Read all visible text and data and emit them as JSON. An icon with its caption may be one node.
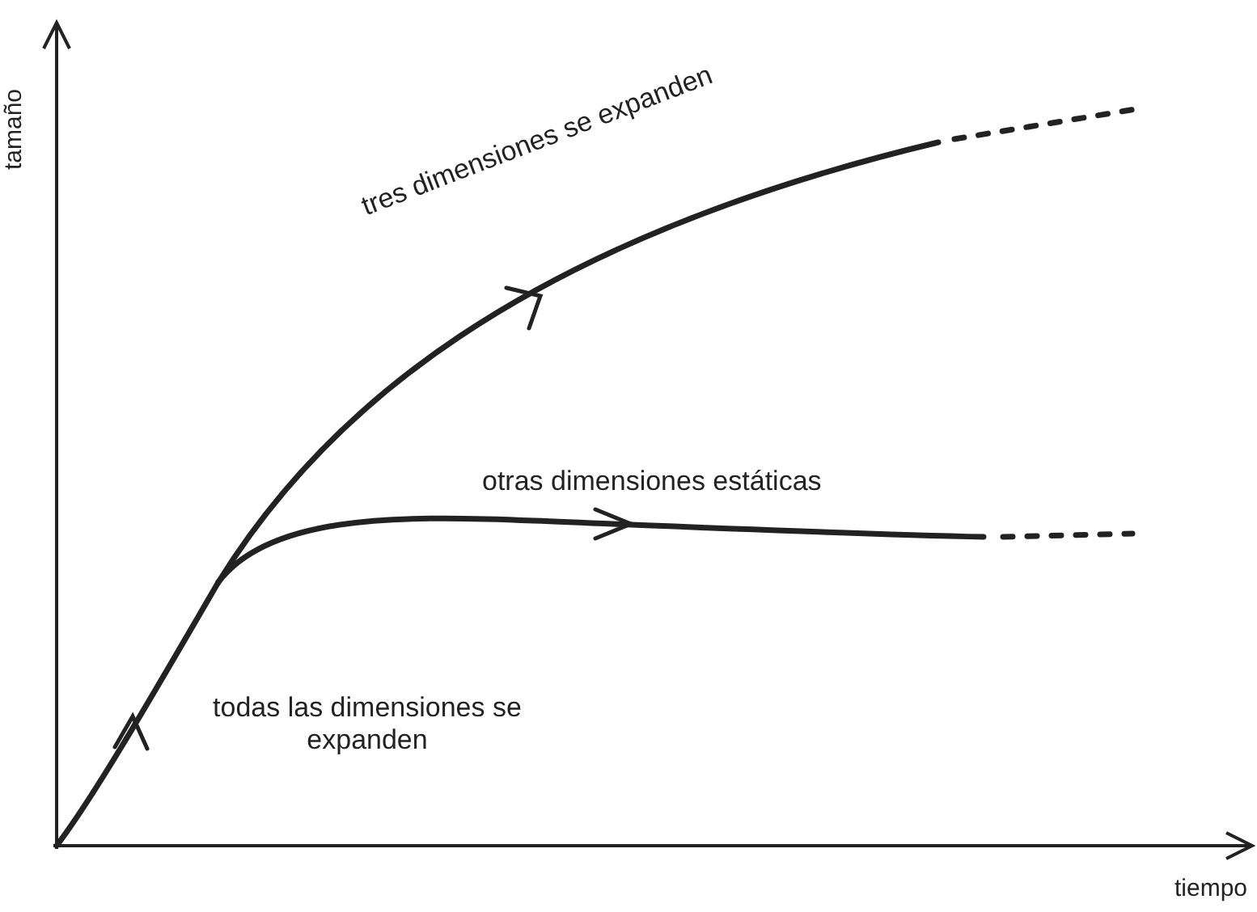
{
  "diagram": {
    "labels": [
      "tamaño",
      "tres dimensiones se expanden",
      "otras dimensiones estáticas",
      "todas las dimensiones se expanden",
      "tiempo"
    ]
  }
}
